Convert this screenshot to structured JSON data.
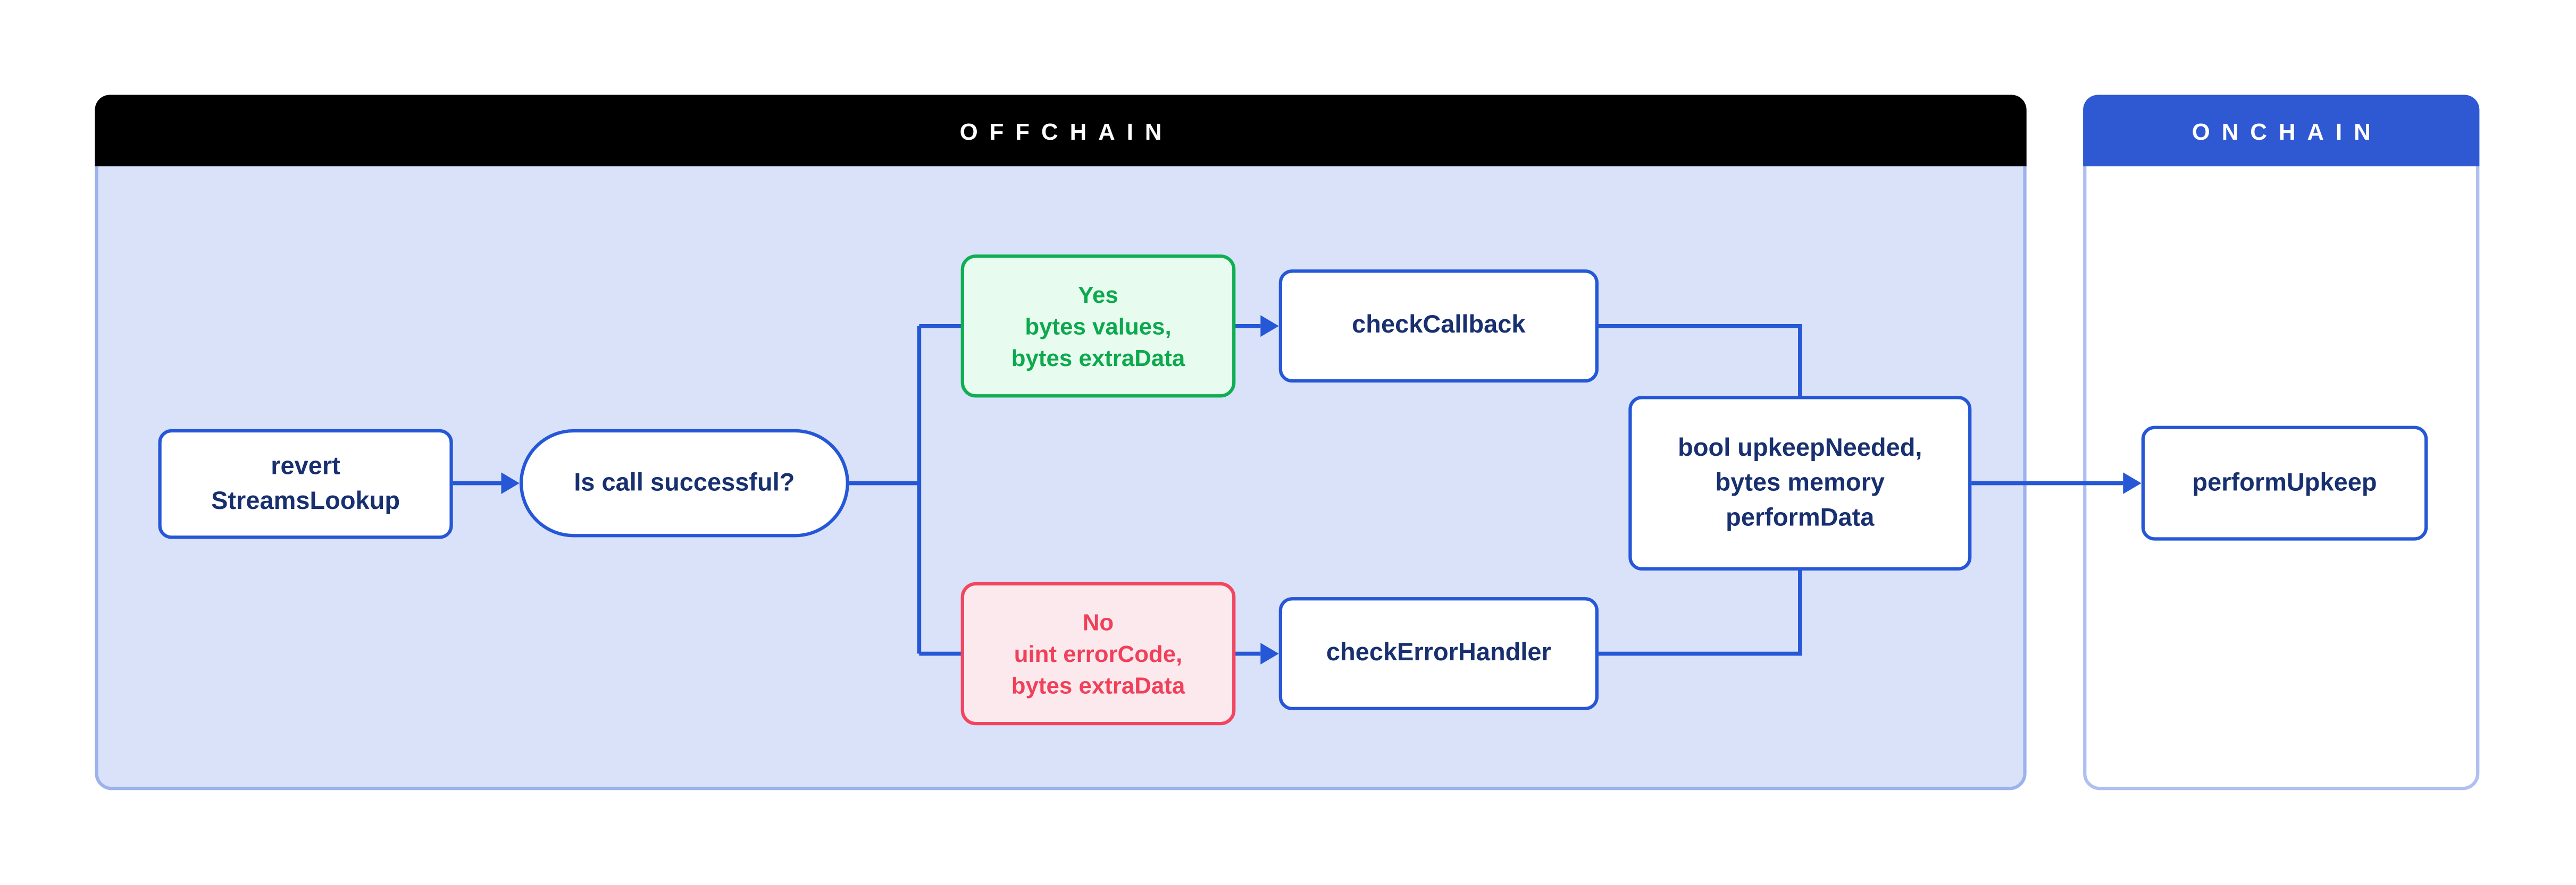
{
  "panels": {
    "offchain": {
      "title": "OFFCHAIN",
      "nodes": {
        "revert": {
          "label": "revert\nStreamsLookup"
        },
        "decision": {
          "label": "Is call successful?"
        },
        "yes_branch": {
          "label": "Yes\nbytes values,\nbytes extraData"
        },
        "no_branch": {
          "label": "No\nuint errorCode,\nbytes extraData"
        },
        "check_callback": {
          "label": "checkCallback"
        },
        "check_error_handler": {
          "label": "checkErrorHandler"
        },
        "check_result": {
          "label": "bool upkeepNeeded,\nbytes memory\nperformData"
        }
      }
    },
    "onchain": {
      "title": "ONCHAIN",
      "nodes": {
        "perform_upkeep": {
          "label": "performUpkeep"
        }
      }
    }
  },
  "colors": {
    "offchain_header": "#000000",
    "offchain_bg": "#D9E2F8",
    "offchain_border": "#9DB2EC",
    "onchain_header": "#2F58D3",
    "onchain_bg": "#FFFFFF",
    "onchain_border": "#AFBFF0",
    "header_text": "#FFFFFF",
    "connector": "#2557D6",
    "node_border": "#2557D6",
    "node_text": "#183070",
    "yes_border": "#0FAE52",
    "yes_bg": "#E8FBEF",
    "yes_text": "#0CA94D",
    "no_border": "#F2455F",
    "no_bg": "#FCE9ED",
    "no_text": "#F0405A"
  }
}
